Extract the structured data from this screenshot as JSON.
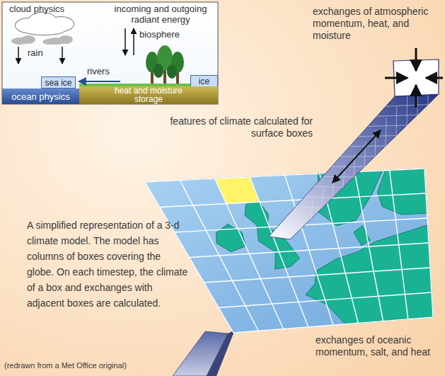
{
  "diagram": {
    "nodes": [
      {
        "text": [
          "cloud physics",
          "incoming and outgoing radiant energy",
          "biosphere",
          "rain",
          "rivers"
        ]
      },
      {
        "text": [
          "sea ice"
        ],
        "in": 0
      },
      {
        "text": [
          "ice"
        ],
        "in": 0
      },
      {
        "text": [
          "ocean physics"
        ],
        "in": 0
      },
      {
        "text": [
          "heat and moisture storage"
        ],
        "in": 0
      }
    ],
    "labels": [
      "exchanges of atmospheric momentum, heat, and moisture",
      "features of climate calculated for surface boxes",
      "A simplified representation of a 3-d climate model. The model has columns of boxes covering the globe. On each timestep, the climate of a box and exchanges with adjacent boxes are calculated.",
      "exchanges of oceanic momentum, salt, and heat",
      "(redrawn from a Met Office original)"
    ]
  }
}
